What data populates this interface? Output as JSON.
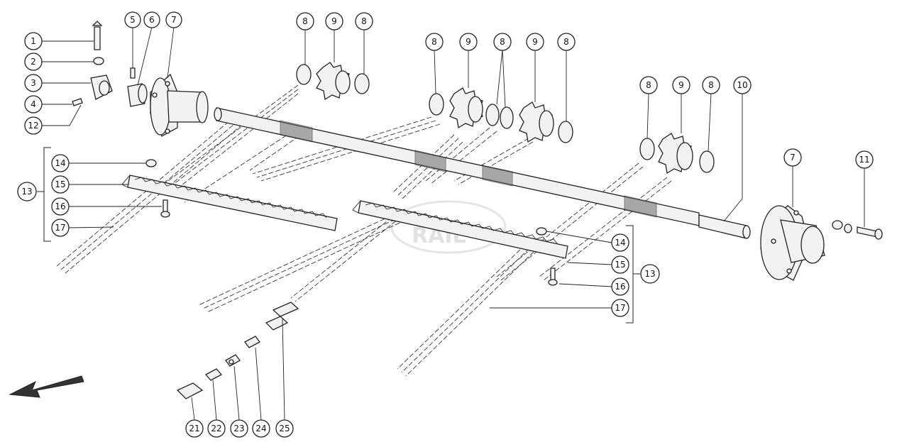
{
  "callouts": {
    "c1": "1",
    "c2": "2",
    "c3": "3",
    "c4": "4",
    "c5": "5",
    "c6": "6",
    "c7": "7",
    "c7b": "7",
    "c8a": "8",
    "c8b": "8",
    "c8c": "8",
    "c8d": "8",
    "c8e": "8",
    "c8f": "8",
    "c8g": "8",
    "c9a": "9",
    "c9b": "9",
    "c9c": "9",
    "c9d": "9",
    "c10": "10",
    "c11": "11",
    "c12": "12",
    "c13a": "13",
    "c13b": "13",
    "c14a": "14",
    "c14b": "14",
    "c15a": "15",
    "c15b": "15",
    "c16a": "16",
    "c16b": "16",
    "c17a": "17",
    "c17b": "17",
    "c21": "21",
    "c22": "22",
    "c23": "23",
    "c24": "24",
    "c25": "25"
  },
  "watermark": "RAIL",
  "colors": {
    "ink": "#222222",
    "paper": "#ffffff",
    "part_fill": "#f2f2f2",
    "watermark": "#dedede"
  }
}
